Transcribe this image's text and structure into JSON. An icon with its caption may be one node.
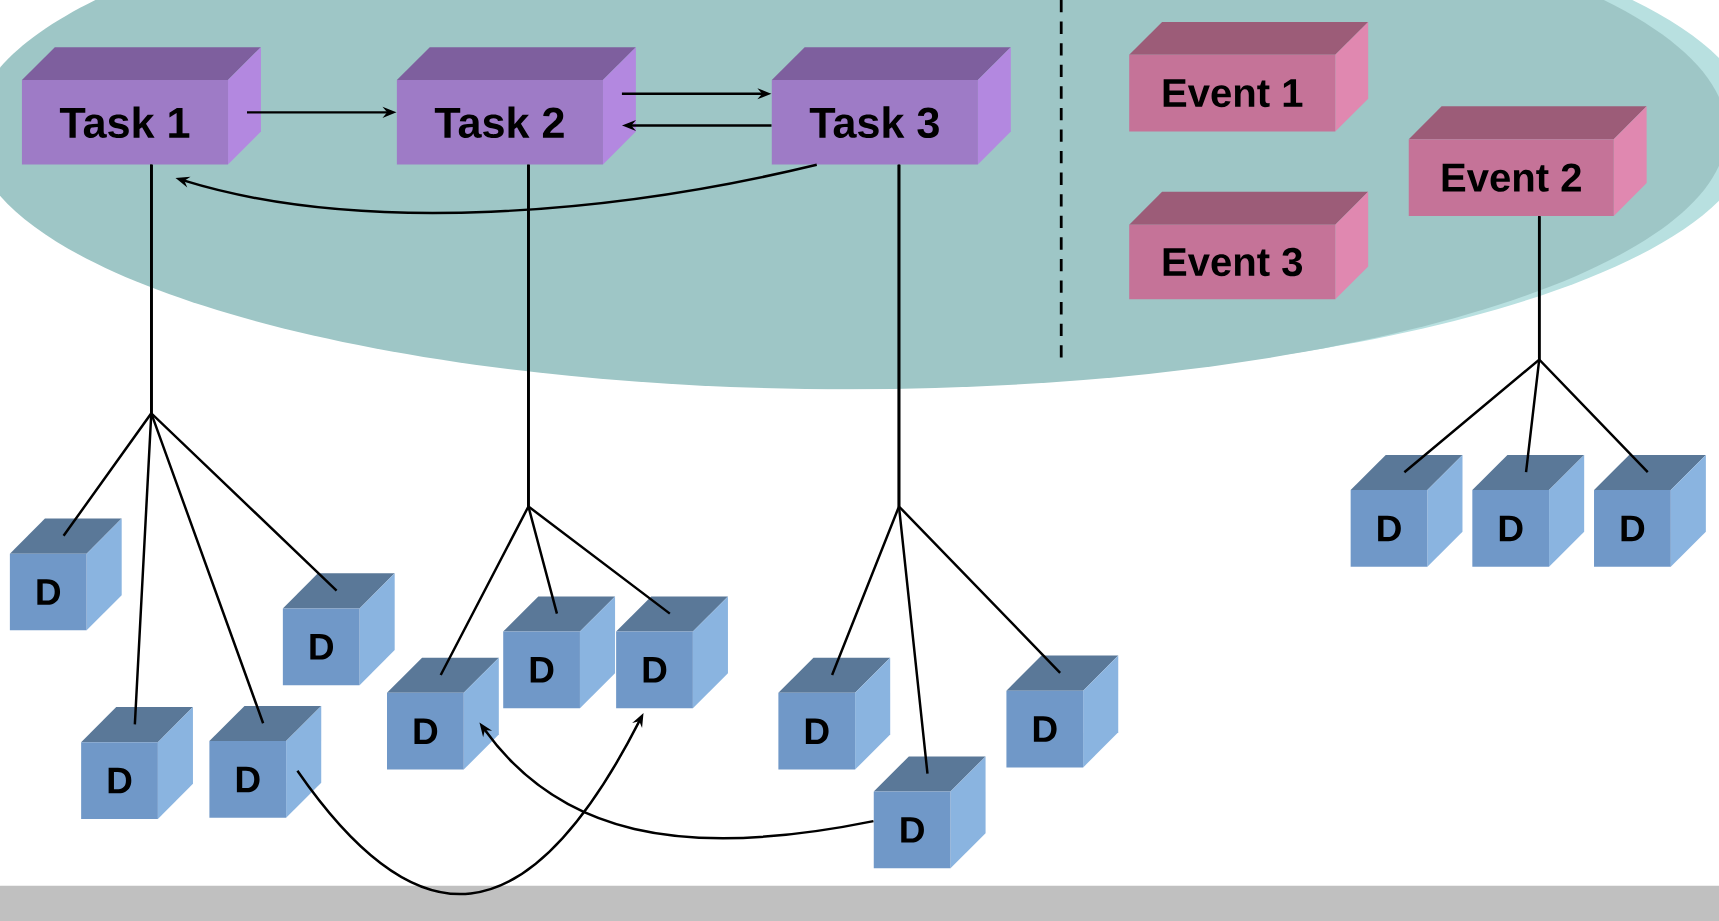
{
  "diagram": {
    "nodes": [
      {
        "text": [
          "Task 1"
        ]
      },
      {
        "text": [
          "Task 2"
        ]
      },
      {
        "text": [
          "Task 3"
        ]
      },
      {
        "text": [
          "Event 1"
        ]
      },
      {
        "text": [
          "Event 2"
        ]
      },
      {
        "text": [
          "Event 3"
        ]
      },
      {
        "text": [
          "D"
        ]
      },
      {
        "text": [
          "D"
        ]
      },
      {
        "text": [
          "D"
        ]
      },
      {
        "text": [
          "D"
        ]
      },
      {
        "text": [
          "D"
        ]
      },
      {
        "text": [
          "D"
        ]
      },
      {
        "text": [
          "D"
        ]
      },
      {
        "text": [
          "D"
        ]
      },
      {
        "text": [
          "D"
        ]
      },
      {
        "text": [
          "D"
        ]
      },
      {
        "text": [
          "D"
        ]
      },
      {
        "text": [
          "D"
        ]
      },
      {
        "text": [
          "D"
        ]
      }
    ],
    "edges": [
      {
        "from": 0,
        "to": 1,
        "arrow": "to"
      },
      {
        "from": 1,
        "to": 2,
        "arrow": "to"
      },
      {
        "from": 2,
        "to": 1,
        "arrow": "to"
      },
      {
        "from": 2,
        "to": 0,
        "arrow": "to"
      },
      {
        "from": 0,
        "to": 6,
        "arrow": "none"
      },
      {
        "from": 0,
        "to": 7,
        "arrow": "none"
      },
      {
        "from": 0,
        "to": 8,
        "arrow": "none"
      },
      {
        "from": 0,
        "to": 9,
        "arrow": "none"
      },
      {
        "from": 1,
        "to": 10,
        "arrow": "none"
      },
      {
        "from": 1,
        "to": 11,
        "arrow": "none"
      },
      {
        "from": 1,
        "to": 12,
        "arrow": "none"
      },
      {
        "from": 2,
        "to": 13,
        "arrow": "none"
      },
      {
        "from": 2,
        "to": 14,
        "arrow": "none"
      },
      {
        "from": 2,
        "to": 15,
        "arrow": "none"
      },
      {
        "from": 4,
        "to": 16,
        "arrow": "none"
      },
      {
        "from": 4,
        "to": 17,
        "arrow": "none"
      },
      {
        "from": 4,
        "to": 18,
        "arrow": "none"
      },
      {
        "from": 9,
        "to": 12,
        "arrow": "to"
      },
      {
        "from": 15,
        "to": 10,
        "arrow": "to"
      }
    ]
  }
}
